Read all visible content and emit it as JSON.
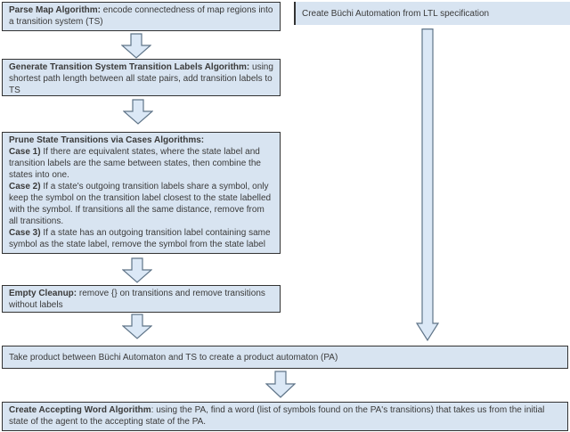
{
  "theme": {
    "box_fill": "#d8e4f1",
    "box_border": "#333333",
    "arrow_fill": "#dbe8f6",
    "arrow_border": "#5f7488",
    "text_color": "#3a3a3a",
    "bg": "#ffffff"
  },
  "boxes": {
    "parse_map": {
      "bold": "Parse Map Algorithm:",
      "text": " encode connectedness of map regions into a transition system (TS)"
    },
    "buchi": {
      "text": "Create Büchi Automation from LTL specification"
    },
    "generate_labels": {
      "bold": "Generate Transition System Transition Labels Algorithm:",
      "text": " using shortest path length between all state pairs, add transition labels to TS"
    },
    "prune": {
      "title": "Prune State Transitions via Cases Algorithms:",
      "cases": [
        {
          "label": "Case 1)",
          "text": " If there are equivalent states, where the state label and transition labels are the same between states, then combine the states into one."
        },
        {
          "label": "Case 2)",
          "text": " If a state's outgoing transition labels share a symbol, only keep the symbol on the transition label closest to the state labelled with the symbol. If transitions all the same distance, remove from all transitions."
        },
        {
          "label": "Case 3)",
          "text": " If a state has an outgoing transition label containing same symbol as the state label, remove the symbol from the state label"
        }
      ]
    },
    "cleanup": {
      "bold": "Empty Cleanup:",
      "text": " remove {} on transitions and remove transitions without labels"
    },
    "product": {
      "text": "Take product between Büchi Automaton and TS to create a product automaton (PA)"
    },
    "accepting": {
      "bold": "Create Accepting Word Algorithm",
      "text": ": using the PA, find a word (list of symbols found on the PA's transitions) that takes us from the initial state of the agent to the accepting state of the PA."
    }
  }
}
